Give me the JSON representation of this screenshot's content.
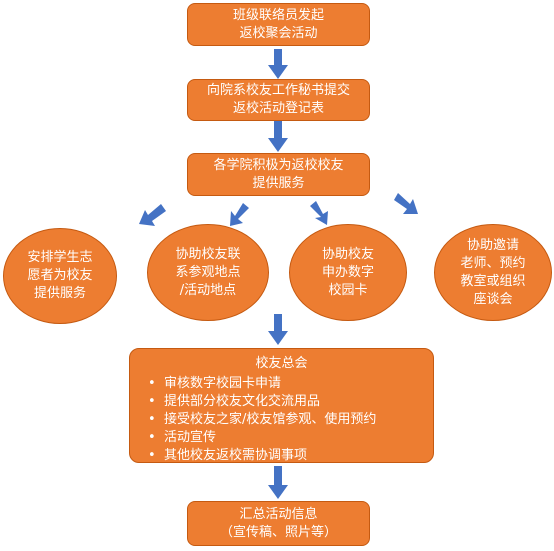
{
  "step1": {
    "line1": "班级联络员发起",
    "line2": "返校聚会活动"
  },
  "step2": {
    "line1": "向院系校友工作秘书提交",
    "line2": "返校活动登记表"
  },
  "step3": {
    "line1": "各学院积极为返校校友",
    "line2": "提供服务"
  },
  "services": [
    {
      "line1": "安排学生志",
      "line2": "愿者为校友",
      "line3": "提供服务"
    },
    {
      "line1": "协助校友联",
      "line2": "系参观地点",
      "line3": "/活动地点"
    },
    {
      "line1": "协助校友",
      "line2": "申办数字",
      "line3": "校园卡"
    },
    {
      "line1": "协助邀请",
      "line2": "老师、预约",
      "line3": "教室或组织",
      "line4": "座谈会"
    }
  ],
  "alumni": {
    "title": "校友总会",
    "items": [
      "审核数字校园卡申请",
      "提供部分校友文化交流用品",
      "接受校友之家/校友馆参观、使用预约",
      "活动宣传",
      "其他校友返校需协调事项"
    ]
  },
  "step_final": {
    "line1": "汇总活动信息",
    "line2": "（宣传稿、照片等）"
  },
  "colors": {
    "box_fill": "#ED7D31",
    "box_border": "#C55A11",
    "arrow": "#4472C4",
    "text": "#FFFFFF"
  }
}
